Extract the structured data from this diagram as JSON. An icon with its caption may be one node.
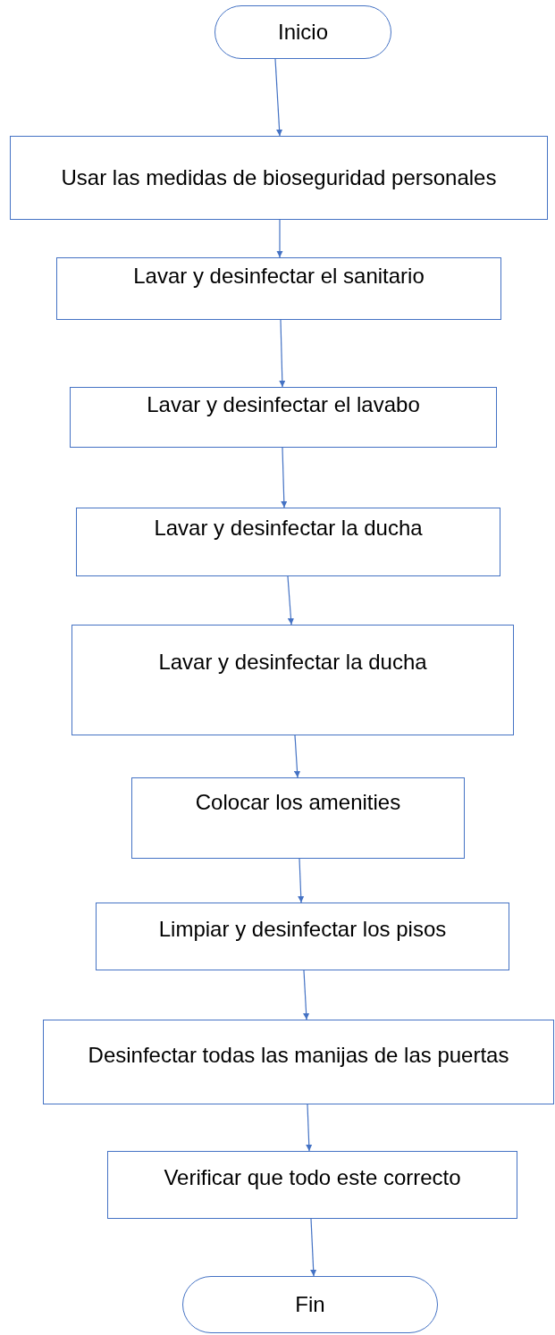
{
  "diagram": {
    "nodes": [
      {
        "text": [
          "Inicio"
        ]
      },
      {
        "text": [
          "Usar las medidas de bioseguridad personales"
        ]
      },
      {
        "text": [
          "Lavar y desinfectar el sanitario"
        ]
      },
      {
        "text": [
          "Lavar y desinfectar el lavabo"
        ]
      },
      {
        "text": [
          "Lavar y desinfectar la ducha"
        ]
      },
      {
        "text": [
          "Lavar y desinfectar la ducha"
        ]
      },
      {
        "text": [
          "Colocar los amenities"
        ]
      },
      {
        "text": [
          "Limpiar y desinfectar los pisos"
        ]
      },
      {
        "text": [
          "Desinfectar todas las manijas de las puertas"
        ]
      },
      {
        "text": [
          "Verificar que todo este correcto"
        ]
      },
      {
        "text": [
          "Fin"
        ]
      }
    ],
    "edges": [
      {
        "from": 0,
        "to": 1,
        "arrow": "to"
      },
      {
        "from": 1,
        "to": 2,
        "arrow": "to"
      },
      {
        "from": 2,
        "to": 3,
        "arrow": "to"
      },
      {
        "from": 3,
        "to": 4,
        "arrow": "to"
      },
      {
        "from": 4,
        "to": 5,
        "arrow": "to"
      },
      {
        "from": 5,
        "to": 6,
        "arrow": "to"
      },
      {
        "from": 6,
        "to": 7,
        "arrow": "to"
      },
      {
        "from": 7,
        "to": 8,
        "arrow": "to"
      },
      {
        "from": 8,
        "to": 9,
        "arrow": "to"
      },
      {
        "from": 9,
        "to": 10,
        "arrow": "to"
      }
    ]
  }
}
